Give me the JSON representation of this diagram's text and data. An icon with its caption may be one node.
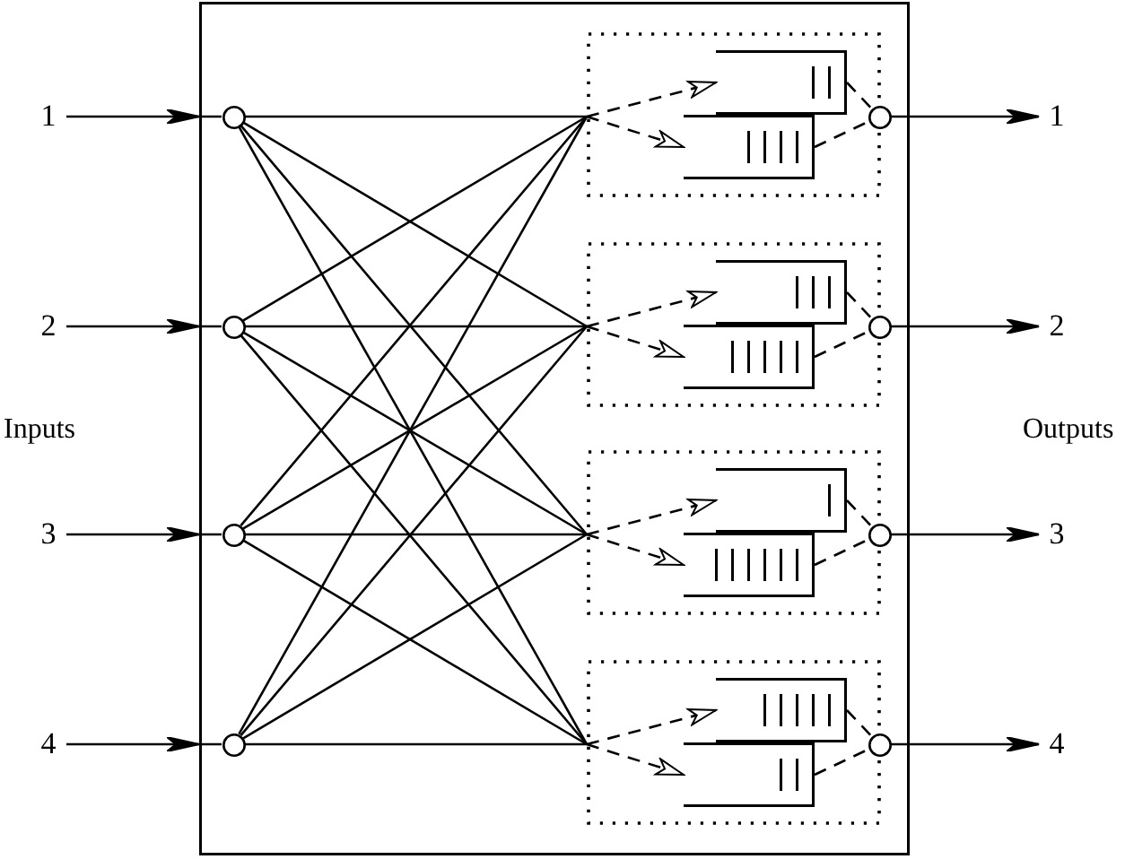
{
  "diagram": {
    "nodes": [
      {
        "text": [
          "1"
        ]
      },
      {
        "text": [
          "2"
        ]
      },
      {
        "text": [
          "3"
        ]
      },
      {
        "text": [
          "4"
        ]
      },
      {
        "text": [],
        "shape": "box"
      },
      {
        "text": [],
        "shape": "circle",
        "in": 4
      },
      {
        "text": [],
        "shape": "circle",
        "in": 4
      },
      {
        "text": [],
        "shape": "circle",
        "in": 4
      },
      {
        "text": [],
        "shape": "circle",
        "in": 4
      },
      {
        "text": [],
        "shape": "box",
        "in": 4
      },
      {
        "text": [],
        "shape": "box",
        "in": 9
      },
      {
        "text": [],
        "shape": "box",
        "in": 9
      },
      {
        "text": [],
        "shape": "circle",
        "in": 4
      },
      {
        "text": [],
        "shape": "box",
        "in": 4
      },
      {
        "text": [],
        "shape": "box",
        "in": 13
      },
      {
        "text": [],
        "shape": "box",
        "in": 13
      },
      {
        "text": [],
        "shape": "circle",
        "in": 4
      },
      {
        "text": [],
        "shape": "box",
        "in": 4
      },
      {
        "text": [],
        "shape": "box",
        "in": 17
      },
      {
        "text": [],
        "shape": "box",
        "in": 17
      },
      {
        "text": [],
        "shape": "circle",
        "in": 4
      },
      {
        "text": [],
        "shape": "box",
        "in": 4
      },
      {
        "text": [],
        "shape": "box",
        "in": 21
      },
      {
        "text": [],
        "shape": "box",
        "in": 21
      },
      {
        "text": [],
        "shape": "circle",
        "in": 4
      },
      {
        "text": [
          "1"
        ]
      },
      {
        "text": [
          "2"
        ]
      },
      {
        "text": [
          "3"
        ]
      },
      {
        "text": [
          "4"
        ]
      }
    ],
    "edges": [
      {
        "from": 0,
        "to": 5,
        "arrow": "to"
      },
      {
        "from": 1,
        "to": 6,
        "arrow": "to"
      },
      {
        "from": 2,
        "to": 7,
        "arrow": "to"
      },
      {
        "from": 3,
        "to": 8,
        "arrow": "to"
      },
      {
        "from": 5,
        "to": 9,
        "arrow": "none"
      },
      {
        "from": 5,
        "to": 13,
        "arrow": "none"
      },
      {
        "from": 5,
        "to": 17,
        "arrow": "none"
      },
      {
        "from": 5,
        "to": 21,
        "arrow": "none"
      },
      {
        "from": 6,
        "to": 9,
        "arrow": "none"
      },
      {
        "from": 6,
        "to": 13,
        "arrow": "none"
      },
      {
        "from": 6,
        "to": 17,
        "arrow": "none"
      },
      {
        "from": 6,
        "to": 21,
        "arrow": "none"
      },
      {
        "from": 7,
        "to": 9,
        "arrow": "none"
      },
      {
        "from": 7,
        "to": 13,
        "arrow": "none"
      },
      {
        "from": 7,
        "to": 17,
        "arrow": "none"
      },
      {
        "from": 7,
        "to": 21,
        "arrow": "none"
      },
      {
        "from": 8,
        "to": 9,
        "arrow": "none"
      },
      {
        "from": 8,
        "to": 13,
        "arrow": "none"
      },
      {
        "from": 8,
        "to": 17,
        "arrow": "none"
      },
      {
        "from": 8,
        "to": 21,
        "arrow": "none"
      },
      {
        "from": 9,
        "to": 10,
        "arrow": "to",
        "style": "dashed"
      },
      {
        "from": 9,
        "to": 11,
        "arrow": "to",
        "style": "dashed"
      },
      {
        "from": 10,
        "to": 12,
        "arrow": "none",
        "style": "dashed"
      },
      {
        "from": 11,
        "to": 12,
        "arrow": "none",
        "style": "dashed"
      },
      {
        "from": 13,
        "to": 14,
        "arrow": "to",
        "style": "dashed"
      },
      {
        "from": 13,
        "to": 15,
        "arrow": "to",
        "style": "dashed"
      },
      {
        "from": 14,
        "to": 16,
        "arrow": "none",
        "style": "dashed"
      },
      {
        "from": 15,
        "to": 16,
        "arrow": "none",
        "style": "dashed"
      },
      {
        "from": 17,
        "to": 18,
        "arrow": "to",
        "style": "dashed"
      },
      {
        "from": 17,
        "to": 19,
        "arrow": "to",
        "style": "dashed"
      },
      {
        "from": 18,
        "to": 20,
        "arrow": "none",
        "style": "dashed"
      },
      {
        "from": 19,
        "to": 20,
        "arrow": "none",
        "style": "dashed"
      },
      {
        "from": 21,
        "to": 22,
        "arrow": "to",
        "style": "dashed"
      },
      {
        "from": 21,
        "to": 23,
        "arrow": "to",
        "style": "dashed"
      },
      {
        "from": 22,
        "to": 24,
        "arrow": "none",
        "style": "dashed"
      },
      {
        "from": 23,
        "to": 24,
        "arrow": "none",
        "style": "dashed"
      },
      {
        "from": 12,
        "to": 25,
        "arrow": "to"
      },
      {
        "from": 16,
        "to": 26,
        "arrow": "to"
      },
      {
        "from": 20,
        "to": 27,
        "arrow": "to"
      },
      {
        "from": 24,
        "to": 28,
        "arrow": "to"
      }
    ],
    "labels": [
      "Inputs",
      "Outputs"
    ]
  }
}
